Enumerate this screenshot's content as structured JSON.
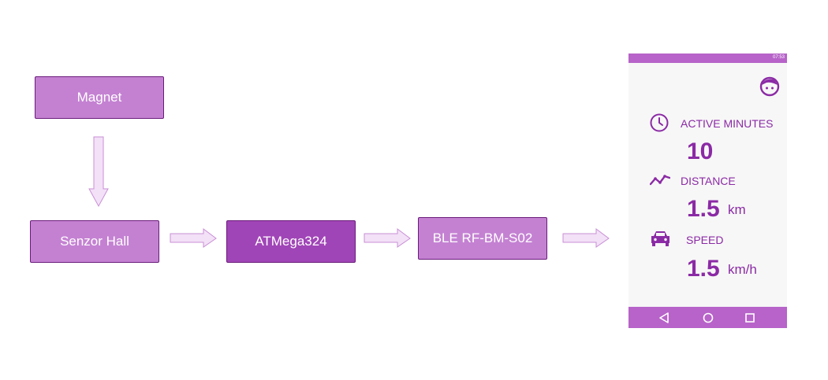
{
  "diagram": {
    "nodes": {
      "magnet": "Magnet",
      "hall": "Senzor Hall",
      "mcu": "ATMega324",
      "ble": "BLE RF-BM-S02"
    }
  },
  "phone": {
    "status_time": "07:53",
    "metrics": {
      "active": {
        "label": "ACTIVE MINUTES",
        "value": "10",
        "icon": "clock-icon"
      },
      "distance": {
        "label": "DISTANCE",
        "value": "1.5",
        "unit": "km",
        "icon": "trend-line-icon"
      },
      "speed": {
        "label": "SPEED",
        "value": "1.5",
        "unit": "km/h",
        "icon": "car-icon"
      }
    },
    "profile_icon": "face-icon",
    "nav": [
      "back-icon",
      "home-icon",
      "recents-icon"
    ]
  },
  "colors": {
    "box_light": "#c481d2",
    "box_dark": "#a045b7",
    "box_border": "#6a1b7a",
    "arrow_fill": "#f3e1f7",
    "arrow_stroke": "#c98fd6",
    "accent": "#8b2aa5",
    "bar": "#b763c9"
  }
}
